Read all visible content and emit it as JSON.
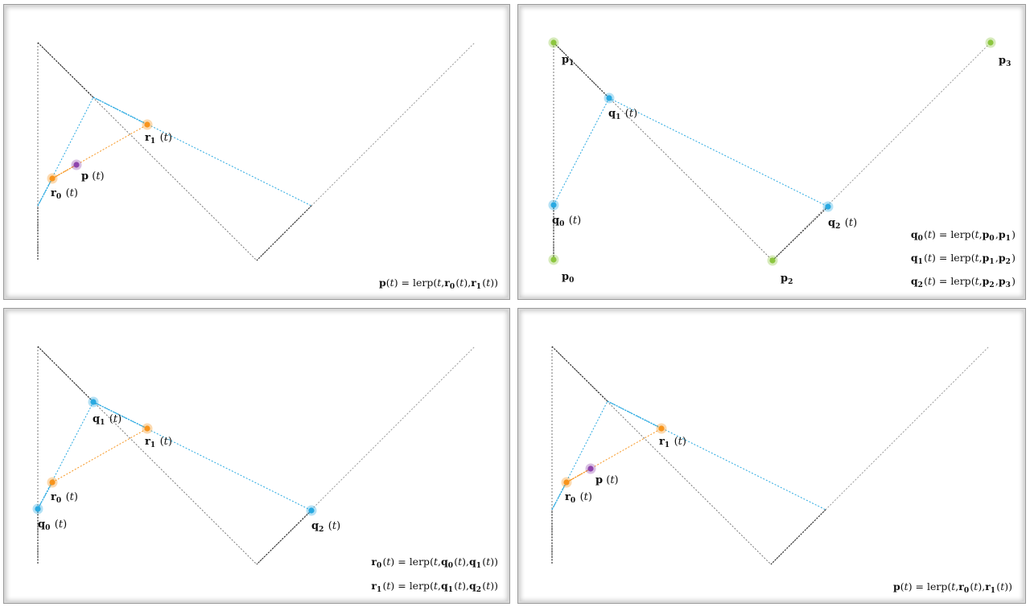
{
  "colors": {
    "control": "#8cc63f",
    "q": "#29a9e1",
    "r": "#f7941d",
    "p": "#8e44ad",
    "hull": "#333333"
  },
  "symbols": {
    "t": "t",
    "lerp": "lerp",
    "eq": "=",
    "open": "(",
    "close": ")",
    "comma": ","
  },
  "labels": {
    "p0": {
      "letter": "p",
      "sub": "0"
    },
    "p1": {
      "letter": "p",
      "sub": "1"
    },
    "p2": {
      "letter": "p",
      "sub": "2"
    },
    "p3": {
      "letter": "p",
      "sub": "3"
    },
    "q0": {
      "letter": "q",
      "sub": "0"
    },
    "q1": {
      "letter": "q",
      "sub": "1"
    },
    "q2": {
      "letter": "q",
      "sub": "2"
    },
    "r0": {
      "letter": "r",
      "sub": "0"
    },
    "r1": {
      "letter": "r",
      "sub": "1"
    },
    "p": {
      "letter": "p",
      "sub": ""
    }
  },
  "equations": {
    "q0": {
      "lhs": "q0",
      "a": "p0",
      "b": "p1",
      "ta": false
    },
    "q1": {
      "lhs": "q1",
      "a": "p1",
      "b": "p2",
      "ta": false
    },
    "q2": {
      "lhs": "q2",
      "a": "p2",
      "b": "p3",
      "ta": false
    },
    "r0": {
      "lhs": "r0",
      "a": "q0",
      "b": "q1",
      "ta": true
    },
    "r1": {
      "lhs": "r1",
      "a": "q1",
      "b": "q2",
      "ta": true
    },
    "p": {
      "lhs": "p",
      "a": "r0",
      "b": "r1",
      "ta": true
    }
  },
  "panels": [
    {
      "id": "panel-final-top-left",
      "points": [
        "r0",
        "r1",
        "p"
      ],
      "equations": [
        "p"
      ]
    },
    {
      "id": "panel-level-q",
      "points": [
        "p0",
        "p1",
        "p2",
        "p3",
        "q0",
        "q1",
        "q2"
      ],
      "equations": [
        "q0",
        "q1",
        "q2"
      ]
    },
    {
      "id": "panel-level-r",
      "points": [
        "q0",
        "q1",
        "q2",
        "r0",
        "r1"
      ],
      "equations": [
        "r0",
        "r1"
      ]
    },
    {
      "id": "panel-final-bottom-right",
      "points": [
        "r0",
        "r1",
        "p"
      ],
      "equations": [
        "p"
      ]
    }
  ]
}
